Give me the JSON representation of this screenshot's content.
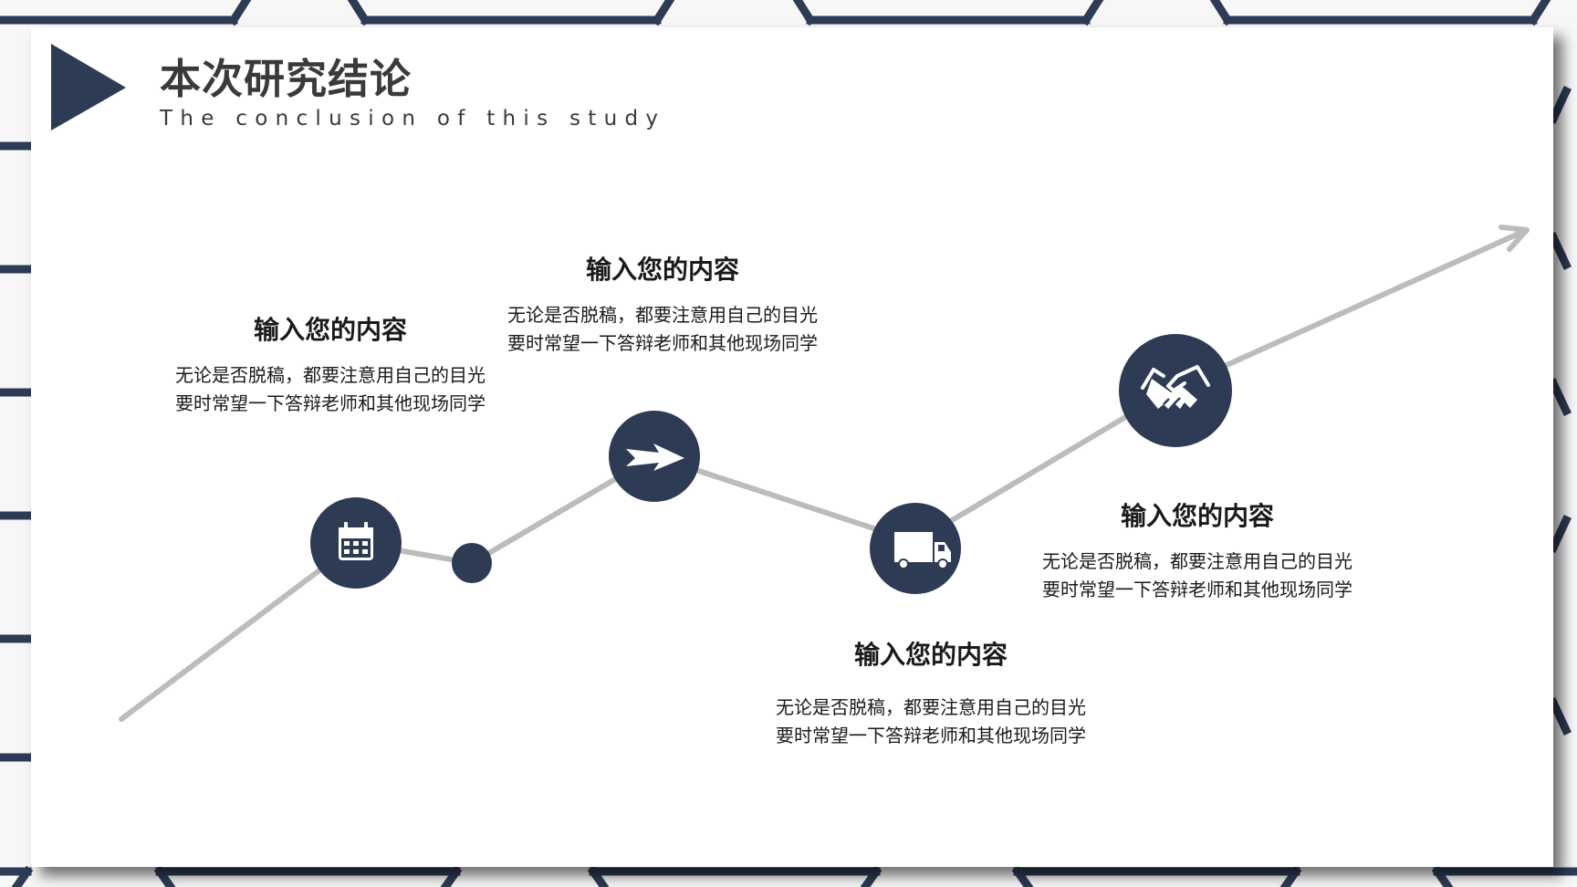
{
  "header": {
    "title": "本次研究结论",
    "subtitle": "The conclusion of this study"
  },
  "items": [
    {
      "icon": "calendar-icon",
      "heading": "输入您的内容",
      "body": "无论是否脱稿，都要注意用自己的目光要时常望一下答辩老师和其他现场同学"
    },
    {
      "icon": "arrow-icon",
      "heading": "输入您的内容",
      "body": "无论是否脱稿，都要注意用自己的目光要时常望一下答辩老师和其他现场同学"
    },
    {
      "icon": "truck-icon",
      "heading": "输入您的内容",
      "body": "无论是否脱稿，都要注意用自己的目光要时常望一下答辩老师和其他现场同学"
    },
    {
      "icon": "handshake-icon",
      "heading": "输入您的内容",
      "body": "无论是否脱稿，都要注意用自己的目光要时常望一下答辩老师和其他现场同学"
    }
  ],
  "colors": {
    "accent": "#2e3b55",
    "line": "#bcbcbc",
    "text": "#1a1a1a",
    "title": "#3a3a3a"
  }
}
